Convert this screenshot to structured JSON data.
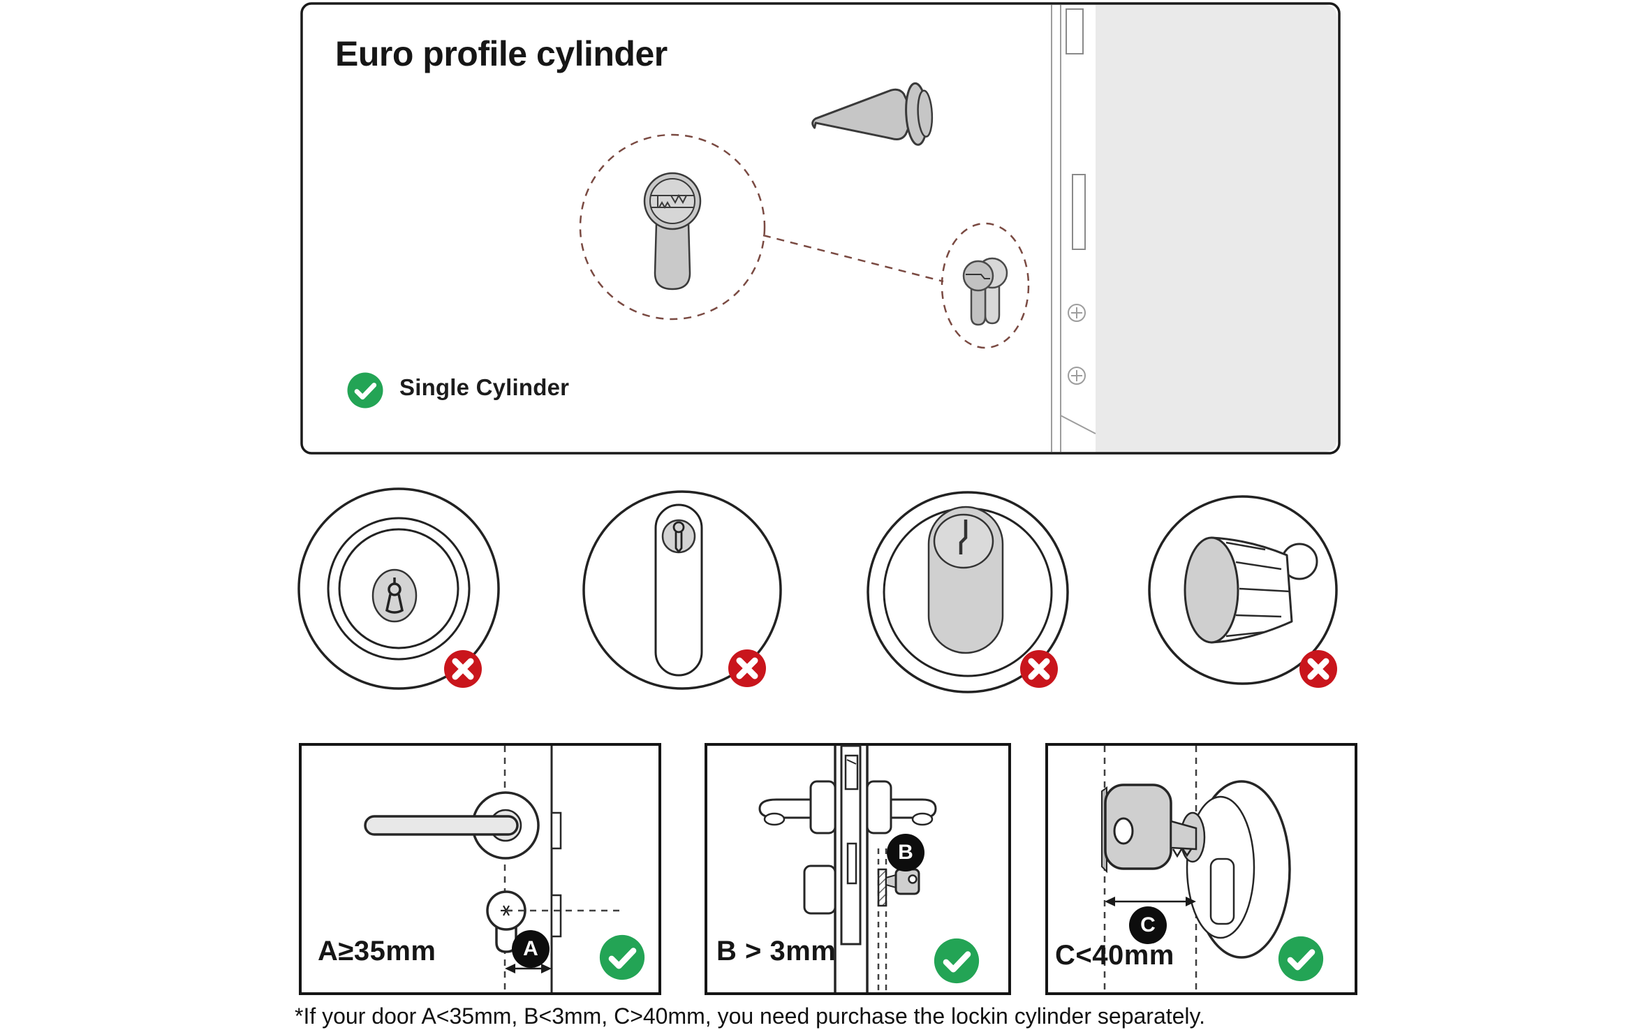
{
  "header": {
    "title": "Euro profile cylinder",
    "compatible": {
      "label": "Single Cylinder"
    }
  },
  "incompatible_locks": [
    "round-deadbolt-lock",
    "oval-rosette-keyhole-lock",
    "flush-euro-cylinder-lock",
    "thumbturn-knob-lock"
  ],
  "measurement_panels": [
    {
      "badge": "A",
      "label": "A≥35mm"
    },
    {
      "badge": "B",
      "label": "B > 3mm"
    },
    {
      "badge": "C",
      "label": "C<40mm"
    }
  ],
  "footer": {
    "note": "*If your door A<35mm, B<3mm, C>40mm, you need purchase the lockin cylinder separately."
  },
  "colors": {
    "success_green": "#23a455",
    "error_red": "#c9151c",
    "callout_dash": "#7a4a42",
    "ink": "#1a1a1a"
  }
}
